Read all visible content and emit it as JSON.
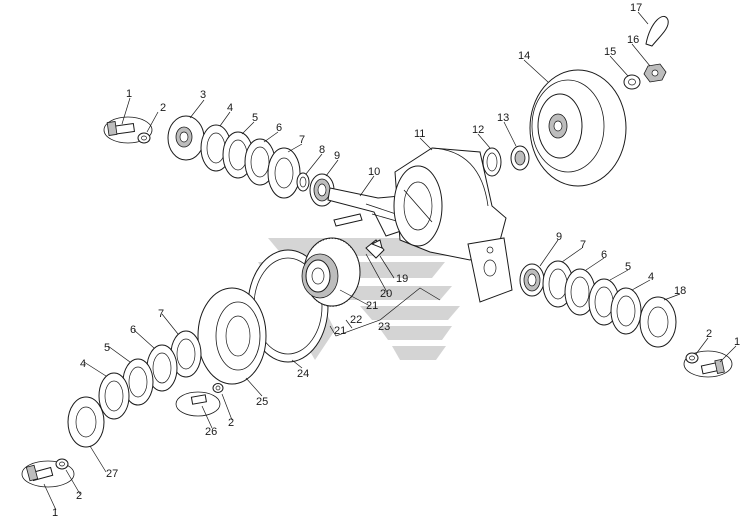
{
  "diagram": {
    "part_labels": [
      {
        "id": "l1a",
        "text": "1"
      },
      {
        "id": "l2a",
        "text": "2"
      },
      {
        "id": "l3",
        "text": "3"
      },
      {
        "id": "l4a",
        "text": "4"
      },
      {
        "id": "l5a",
        "text": "5"
      },
      {
        "id": "l6a",
        "text": "6"
      },
      {
        "id": "l7a",
        "text": "7"
      },
      {
        "id": "l8",
        "text": "8"
      },
      {
        "id": "l9a",
        "text": "9"
      },
      {
        "id": "l10",
        "text": "10"
      },
      {
        "id": "l11",
        "text": "11"
      },
      {
        "id": "l12",
        "text": "12"
      },
      {
        "id": "l13",
        "text": "13"
      },
      {
        "id": "l14",
        "text": "14"
      },
      {
        "id": "l15",
        "text": "15"
      },
      {
        "id": "l16",
        "text": "16"
      },
      {
        "id": "l17",
        "text": "17"
      },
      {
        "id": "l9b",
        "text": "9"
      },
      {
        "id": "l7b",
        "text": "7"
      },
      {
        "id": "l6b",
        "text": "6"
      },
      {
        "id": "l5b",
        "text": "5"
      },
      {
        "id": "l4b",
        "text": "4"
      },
      {
        "id": "l18",
        "text": "18"
      },
      {
        "id": "l2b",
        "text": "2"
      },
      {
        "id": "l1b",
        "text": "1"
      },
      {
        "id": "l19",
        "text": "19"
      },
      {
        "id": "l20",
        "text": "20"
      },
      {
        "id": "l21a",
        "text": "21"
      },
      {
        "id": "l21b",
        "text": "21"
      },
      {
        "id": "l22",
        "text": "22"
      },
      {
        "id": "l23",
        "text": "23"
      },
      {
        "id": "l24",
        "text": "24"
      },
      {
        "id": "l25",
        "text": "25"
      },
      {
        "id": "l26",
        "text": "26"
      },
      {
        "id": "l2c",
        "text": "2"
      },
      {
        "id": "l7c",
        "text": "7"
      },
      {
        "id": "l6c",
        "text": "6"
      },
      {
        "id": "l5c",
        "text": "5"
      },
      {
        "id": "l4c",
        "text": "4"
      },
      {
        "id": "l27",
        "text": "27"
      },
      {
        "id": "l2d",
        "text": "2"
      },
      {
        "id": "l1c",
        "text": "1"
      }
    ]
  },
  "colors": {
    "line": "#1a1a1a",
    "watermark": "#d0d0d0",
    "background": "#ffffff"
  }
}
